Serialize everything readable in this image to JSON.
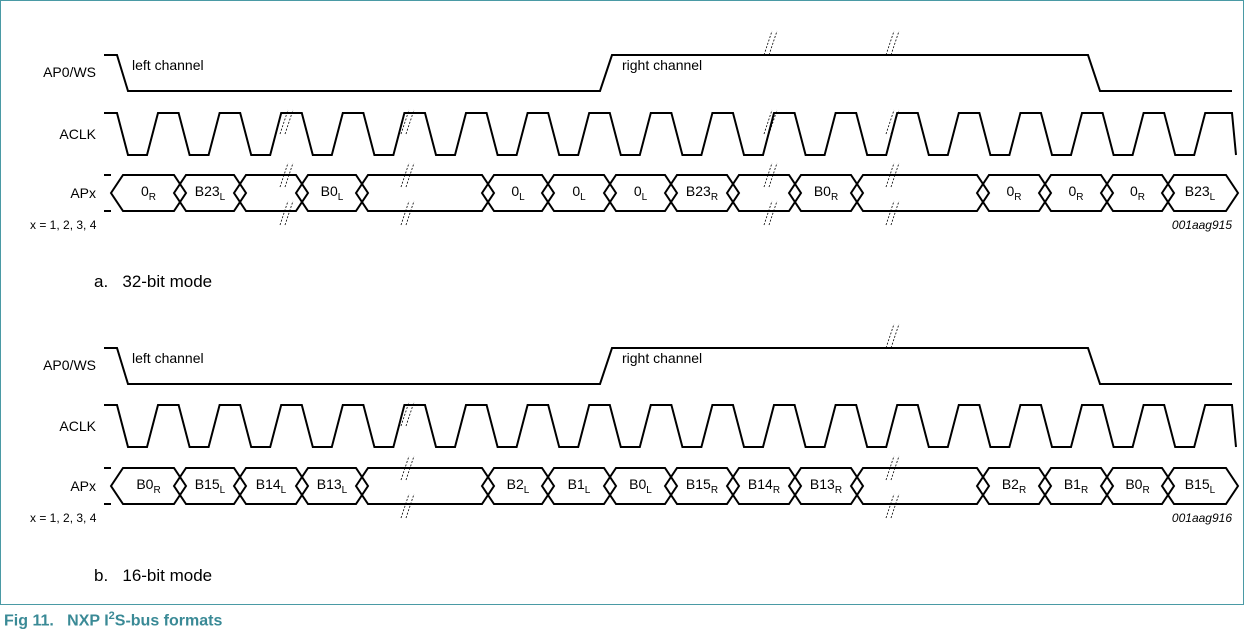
{
  "figure": {
    "title_prefix": "Fig 11.",
    "title_pre": "NXP I",
    "title_sup": "2",
    "title_post": "S-bus formats",
    "accent_color": "#3a8a96"
  },
  "panels": [
    {
      "caption_letter": "a.",
      "caption_text": "32-bit mode",
      "code": "001aag915",
      "note": "x = 1, 2, 3, 4",
      "ws_label": "AP0/WS",
      "clk_label": "ACLK",
      "data_label": "APx",
      "left_channel": "left channel",
      "right_channel": "right channel",
      "cells": [
        {
          "b": "0",
          "s": "R"
        },
        {
          "b": "B23",
          "s": "L"
        },
        {
          "b": "",
          "s": ""
        },
        {
          "b": "B0",
          "s": "L"
        },
        {
          "b": "",
          "s": ""
        },
        {
          "b": "0",
          "s": "L"
        },
        {
          "b": "0",
          "s": "L"
        },
        {
          "b": "0",
          "s": "L"
        },
        {
          "b": "B23",
          "s": "R"
        },
        {
          "b": "",
          "s": ""
        },
        {
          "b": "B0",
          "s": "R"
        },
        {
          "b": "",
          "s": ""
        },
        {
          "b": "0",
          "s": "R"
        },
        {
          "b": "0",
          "s": "R"
        },
        {
          "b": "0",
          "s": "R"
        },
        {
          "b": "B23",
          "s": "L"
        }
      ]
    },
    {
      "caption_letter": "b.",
      "caption_text": "16-bit mode",
      "code": "001aag916",
      "note": "x = 1, 2, 3, 4",
      "ws_label": "AP0/WS",
      "clk_label": "ACLK",
      "data_label": "APx",
      "left_channel": "left channel",
      "right_channel": "right channel",
      "cells": [
        {
          "b": "B0",
          "s": "R"
        },
        {
          "b": "B15",
          "s": "L"
        },
        {
          "b": "B14",
          "s": "L"
        },
        {
          "b": "B13",
          "s": "L"
        },
        {
          "b": "",
          "s": ""
        },
        {
          "b": "B2",
          "s": "L"
        },
        {
          "b": "B1",
          "s": "L"
        },
        {
          "b": "B0",
          "s": "L"
        },
        {
          "b": "B15",
          "s": "R"
        },
        {
          "b": "B14",
          "s": "R"
        },
        {
          "b": "B13",
          "s": "R"
        },
        {
          "b": "",
          "s": ""
        },
        {
          "b": "B2",
          "s": "R"
        },
        {
          "b": "B1",
          "s": "R"
        },
        {
          "b": "B0",
          "s": "R"
        },
        {
          "b": "B15",
          "s": "L"
        }
      ]
    }
  ]
}
